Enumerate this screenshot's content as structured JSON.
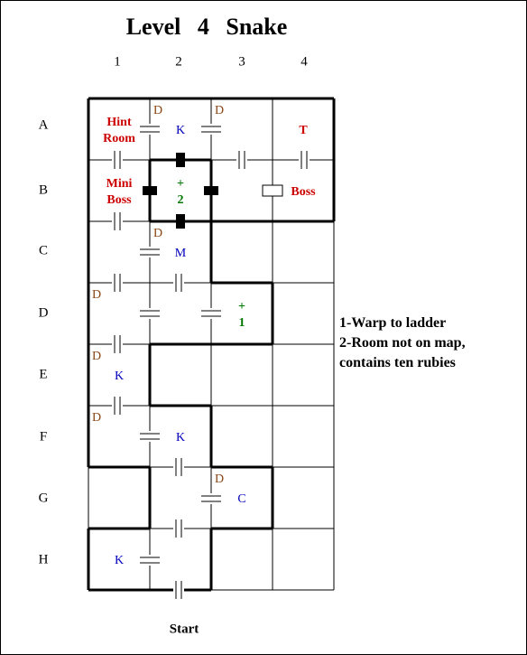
{
  "title": "Level   4   Snake",
  "columns": [
    "1",
    "2",
    "3",
    "4"
  ],
  "rows": [
    "A",
    "B",
    "C",
    "D",
    "E",
    "F",
    "G",
    "H"
  ],
  "start_label": "Start",
  "notes": [
    "1-Warp to ladder",
    "2-Room not on map,",
    "contains ten rubies"
  ],
  "colors": {
    "hint": "#cc0000",
    "boss": "#cc0000",
    "key": "#0000bb",
    "door": "#8b4513",
    "warp": "#007700",
    "line": "#000000"
  },
  "room_labels": [
    {
      "name": "hint-room-label",
      "lines": [
        "Hint",
        "Room"
      ],
      "color": "hint",
      "col": 0,
      "row": 0
    },
    {
      "name": "door-marker-a2",
      "lines": [
        "D"
      ],
      "color": "door",
      "col": 1,
      "row": 0,
      "corner": true
    },
    {
      "name": "key-marker-a2",
      "lines": [
        "K"
      ],
      "color": "key",
      "col": 1,
      "row": 0
    },
    {
      "name": "door-marker-a3",
      "lines": [
        "D"
      ],
      "color": "door",
      "col": 2,
      "row": 0,
      "corner": true
    },
    {
      "name": "triforce-marker",
      "lines": [
        "T"
      ],
      "color": "boss",
      "col": 3,
      "row": 0
    },
    {
      "name": "mini-boss-label",
      "lines": [
        "Mini",
        "Boss"
      ],
      "color": "boss",
      "col": 0,
      "row": 1
    },
    {
      "name": "secret-room-marker",
      "lines": [
        "+",
        "2"
      ],
      "color": "warp",
      "col": 1,
      "row": 1
    },
    {
      "name": "boss-label",
      "lines": [
        "Boss"
      ],
      "color": "boss",
      "col": 3,
      "row": 1
    },
    {
      "name": "door-marker-c2",
      "lines": [
        "D"
      ],
      "color": "door",
      "col": 1,
      "row": 2,
      "corner": true
    },
    {
      "name": "map-marker",
      "lines": [
        "M"
      ],
      "color": "key",
      "col": 1,
      "row": 2
    },
    {
      "name": "door-marker-d1",
      "lines": [
        "D"
      ],
      "color": "door",
      "col": 0,
      "row": 3,
      "corner": true
    },
    {
      "name": "warp-marker",
      "lines": [
        "+",
        "1"
      ],
      "color": "warp",
      "col": 2,
      "row": 3
    },
    {
      "name": "door-marker-e1",
      "lines": [
        "D"
      ],
      "color": "door",
      "col": 0,
      "row": 4,
      "corner": true
    },
    {
      "name": "key-marker-e1",
      "lines": [
        "K"
      ],
      "color": "key",
      "col": 0,
      "row": 4
    },
    {
      "name": "door-marker-f1",
      "lines": [
        "D"
      ],
      "color": "door",
      "col": 0,
      "row": 5,
      "corner": true
    },
    {
      "name": "key-marker-f2",
      "lines": [
        "K"
      ],
      "color": "key",
      "col": 1,
      "row": 5
    },
    {
      "name": "door-marker-g3",
      "lines": [
        "D"
      ],
      "color": "door",
      "col": 2,
      "row": 6,
      "corner": true
    },
    {
      "name": "compass-marker",
      "lines": [
        "C"
      ],
      "color": "key",
      "col": 2,
      "row": 6
    },
    {
      "name": "key-marker-h1",
      "lines": [
        "K"
      ],
      "color": "key",
      "col": 0,
      "row": 7
    }
  ]
}
